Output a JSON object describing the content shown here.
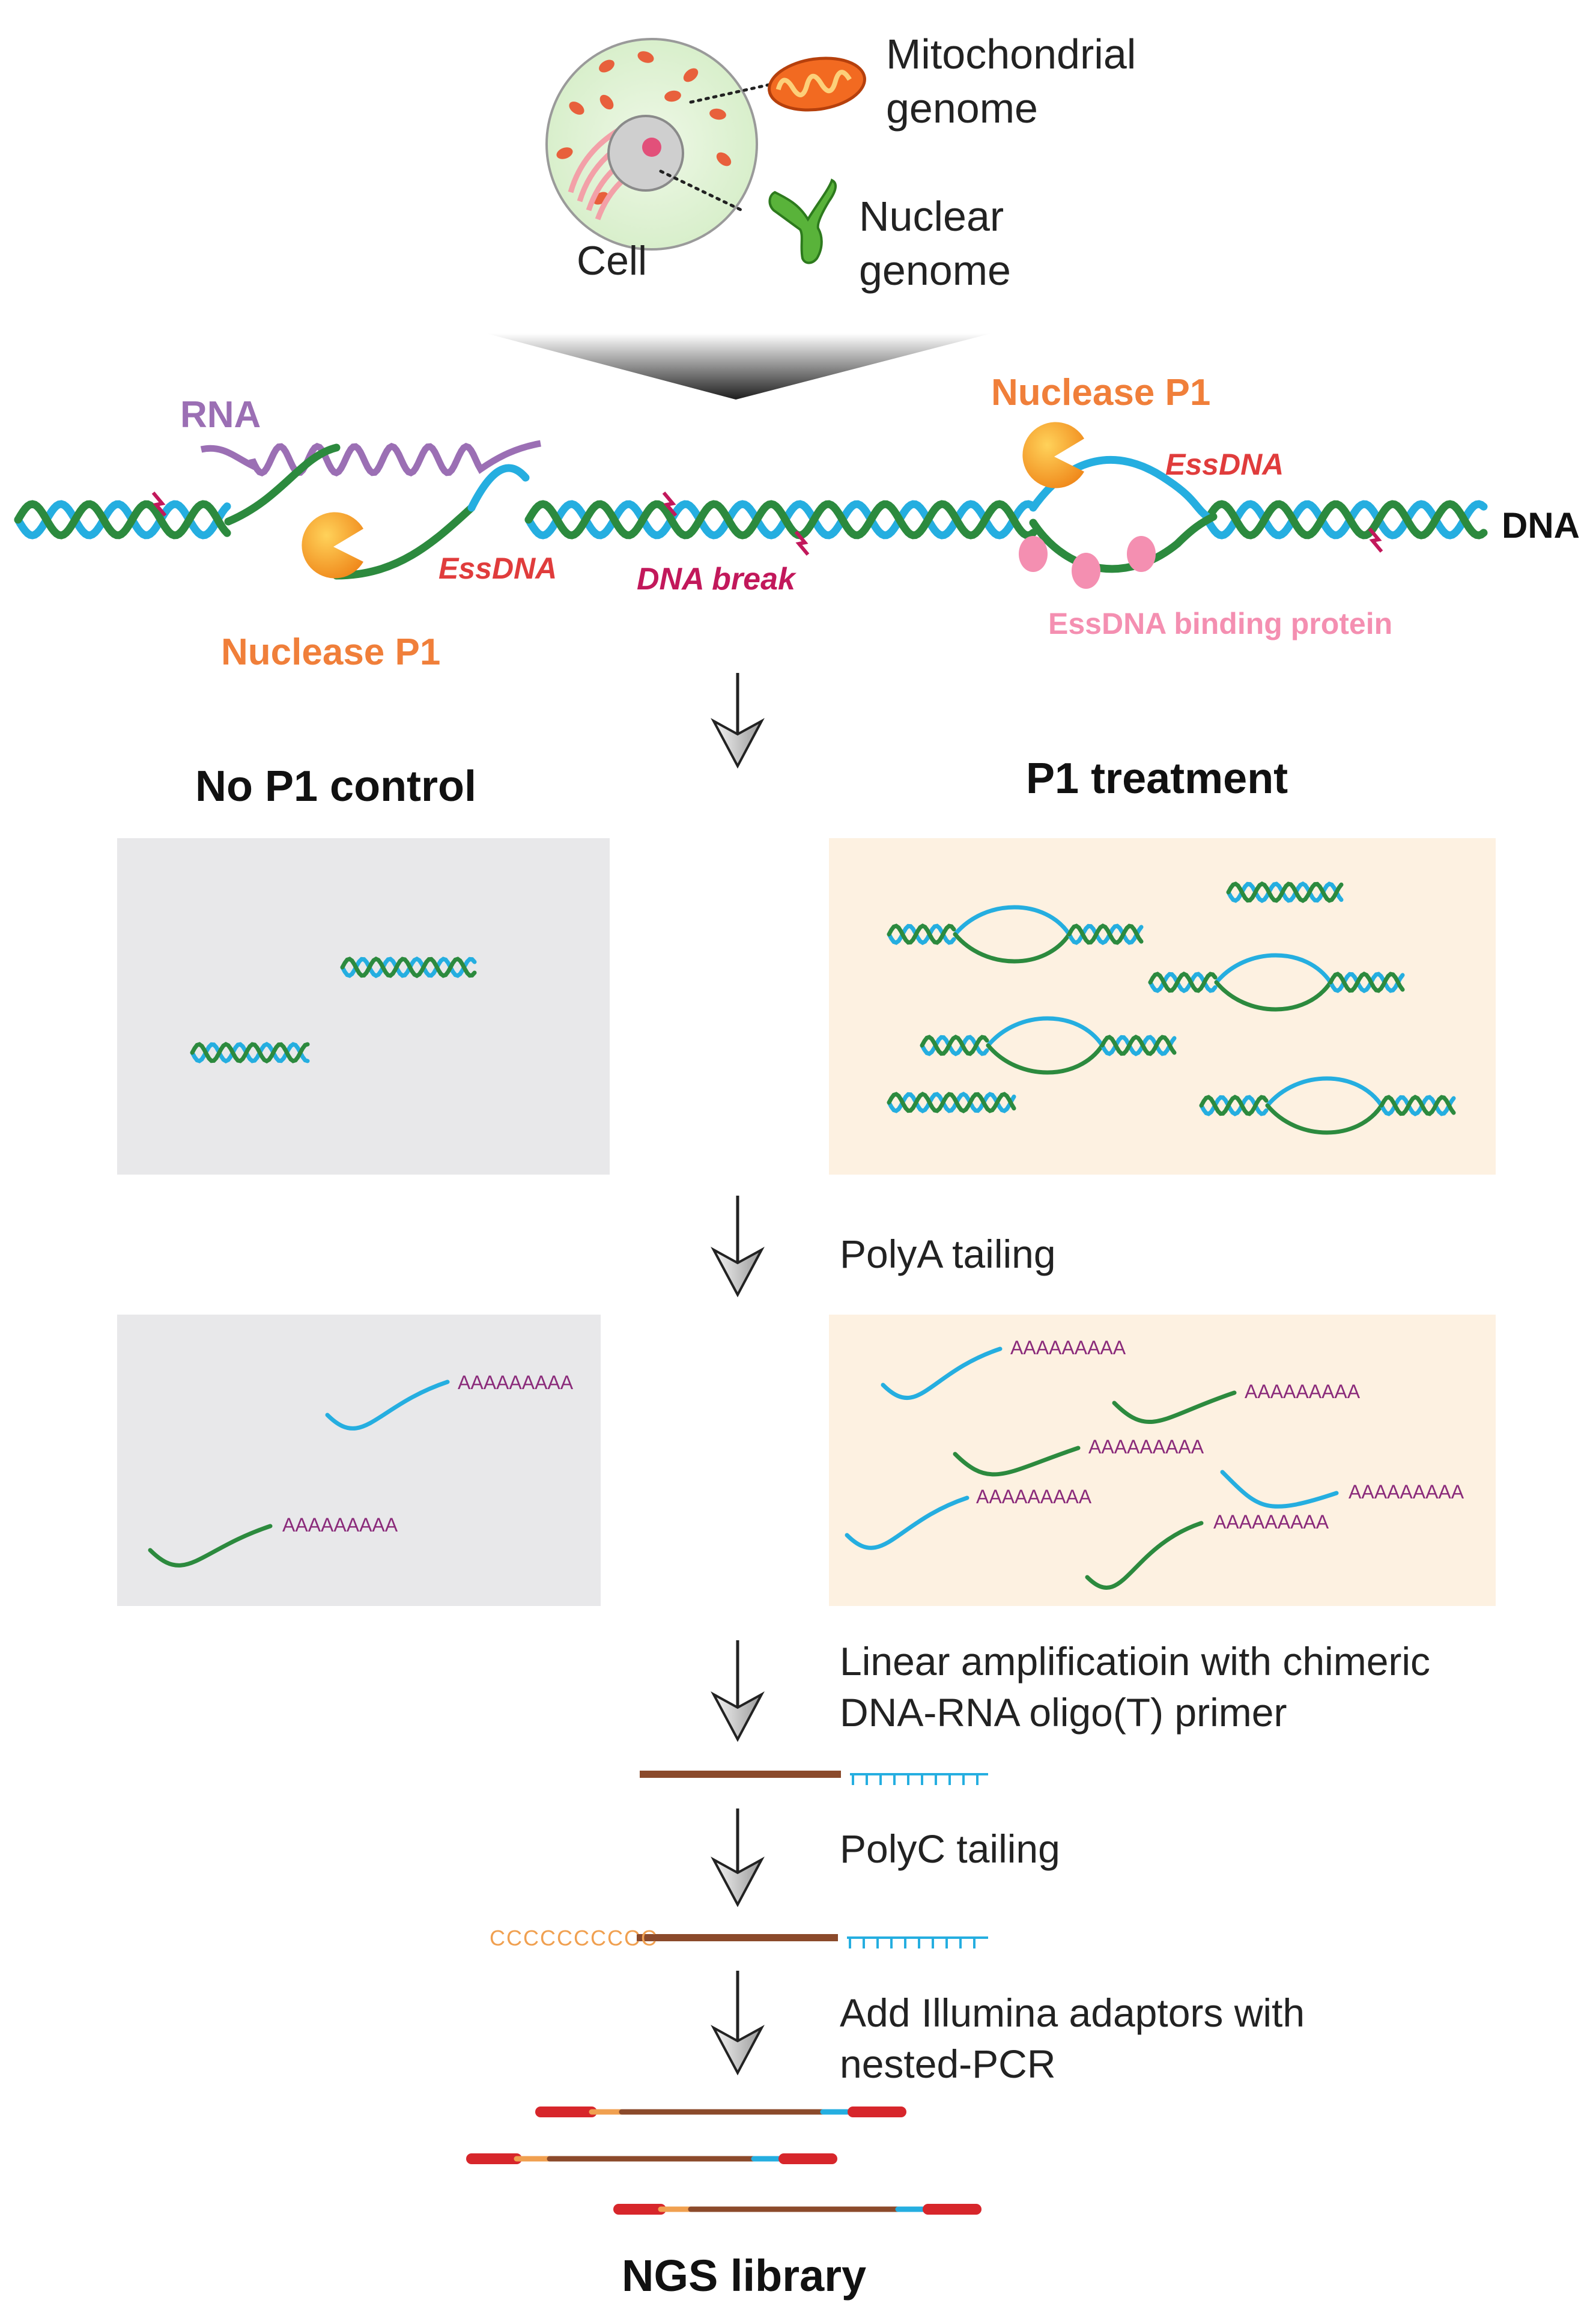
{
  "cell": {
    "cell_label": "Cell",
    "mito_label_line1": "Mitochondrial",
    "mito_label_line2": "genome",
    "nuclear_label_line1": "Nuclear",
    "nuclear_label_line2": "genome"
  },
  "schematic": {
    "rna_label": "RNA",
    "dna_label": "DNA",
    "nuclease_left": "Nuclease P1",
    "nuclease_right": "Nuclease P1",
    "essdna_left": "EssDNA",
    "essdna_right": "EssDNA",
    "dna_break": "DNA break",
    "binding_protein": "EssDNA binding protein"
  },
  "conditions": {
    "control_title": "No P1 control",
    "treatment_title": "P1 treatment"
  },
  "tails": {
    "polya": "AAAAAAAAA",
    "polyt": "TTTTTTTTTT",
    "polyc": "CCCCCCCCCC"
  },
  "steps": {
    "polya_tailing": "PolyA tailing",
    "linear_line1": "Linear amplificatioin with chimeric",
    "linear_line2": "DNA-RNA oligo(T) primer",
    "polyc_tailing": "PolyC tailing",
    "adaptor_line1": "Add Illumina adaptors with",
    "adaptor_line2": "nested-PCR"
  },
  "result": {
    "ngs_library": "NGS library"
  },
  "colors": {
    "dna_blue": "#25aee0",
    "dna_green": "#2c8a3e",
    "rna_purple": "#9b6fb4",
    "nuclease_orange": "#f5a623",
    "essdna_red": "#e03c3c",
    "break_magenta": "#c2185b",
    "binding_pink": "#f48fb1",
    "control_bg": "#e8e8ea",
    "treatment_bg": "#fdf1e1",
    "insert_brown": "#8b4a2b",
    "adaptor_red": "#d7262b"
  }
}
